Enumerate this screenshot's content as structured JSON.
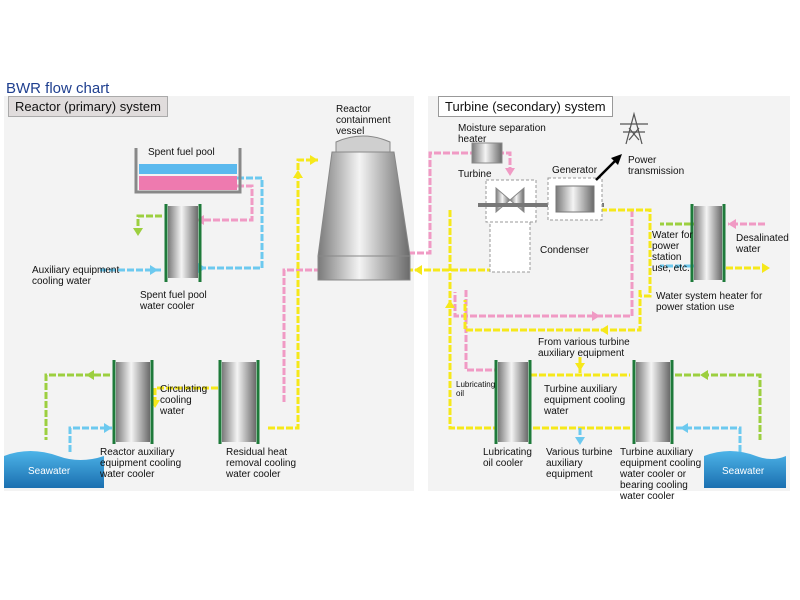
{
  "title": "BWR flow chart",
  "systems": {
    "primary": "Reactor (primary) system",
    "secondary": "Turbine (secondary) system"
  },
  "labels": {
    "reactor_vessel": "Reactor\ncontainment\nvessel",
    "spent_fuel_pool": "Spent fuel pool",
    "aux_cooling_water": "Auxiliary equipment\ncooling water",
    "spent_fuel_pool_cooler": "Spent fuel pool\nwater cooler",
    "circulating_cooling_water": "Circulating\ncooling\nwater",
    "reactor_aux_cooler": "Reactor auxiliary\nequipment cooling\nwater cooler",
    "rhr_cooler": "Residual heat\nremoval cooling\nwater cooler",
    "seawater_left": "Seawater",
    "seawater_right": "Seawater",
    "moisture_separation_heater": "Moisture separation\nheater",
    "turbine": "Turbine",
    "generator": "Generator",
    "power_transmission": "Power\ntransmission",
    "condenser": "Condenser",
    "water_power_station": "Water for\npower\nstation\nuse, etc.",
    "desalinated_water": "Desalinated\nwater",
    "water_system_heater": "Water system heater for\npower station use",
    "from_turbine_aux": "From various turbine\nauxiliary equipment",
    "lubricating_oil": "Lubricating\noil",
    "turbine_aux_cooling_water": "Turbine auxiliary\nequipment cooling\nwater",
    "lubricating_oil_cooler": "Lubricating\noil cooler",
    "various_turbine_aux": "Various turbine\nauxiliary\nequipment",
    "turbine_aux_cooler": "Turbine auxiliary\nequipment cooling\nwater cooler or\nbearing cooling\nwater cooler"
  },
  "colors": {
    "pink": "#f09ac4",
    "yellow": "#f6e81a",
    "blue": "#6cc9ef",
    "green": "#9ccf3f",
    "hx_frame": "#1e7a3a",
    "title": "#1f3f8f"
  }
}
